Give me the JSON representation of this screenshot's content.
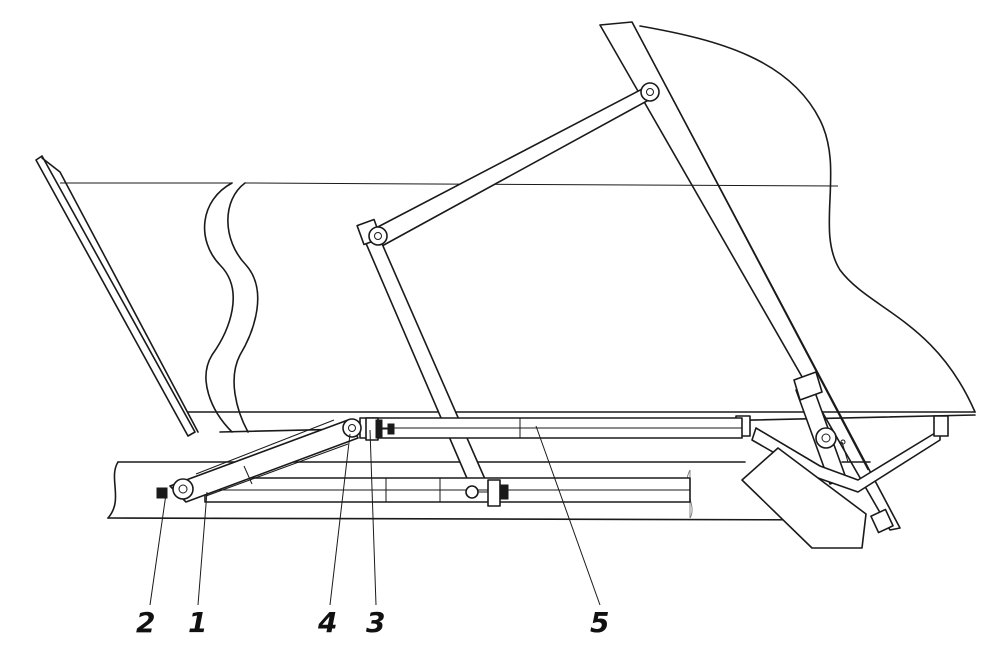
{
  "callouts": [
    {
      "id": "c2",
      "label": "2"
    },
    {
      "id": "c1",
      "label": "1"
    },
    {
      "id": "c4",
      "label": "4"
    },
    {
      "id": "c3",
      "label": "3"
    },
    {
      "id": "c5",
      "label": "5"
    }
  ]
}
